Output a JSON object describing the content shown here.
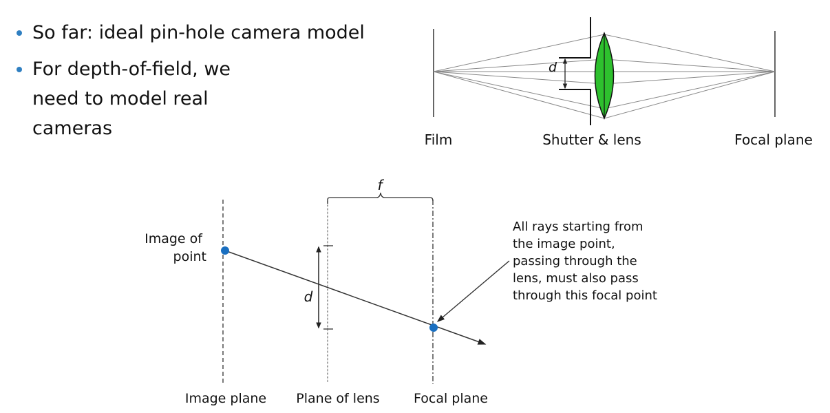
{
  "bullets": [
    "So far: ideal pin-hole camera model",
    "For depth-of-field, we need to model real cameras"
  ],
  "top_diagram": {
    "label_film": "Film",
    "label_shutter": "Shutter & lens",
    "label_focal": "Focal plane",
    "label_d": "d",
    "lens_color": "#2ec02e"
  },
  "bottom_diagram": {
    "label_image_of_point": [
      "Image of",
      "point"
    ],
    "label_f": "f",
    "label_d": "d",
    "label_image_plane": "Image plane",
    "label_plane_of_lens": "Plane of lens",
    "label_focal_plane": "Focal plane",
    "annotation": [
      "All rays starting from",
      "the image point,",
      "passing through the",
      "lens, must also pass",
      "through this focal point"
    ],
    "point_color": "#1a6fc0"
  }
}
